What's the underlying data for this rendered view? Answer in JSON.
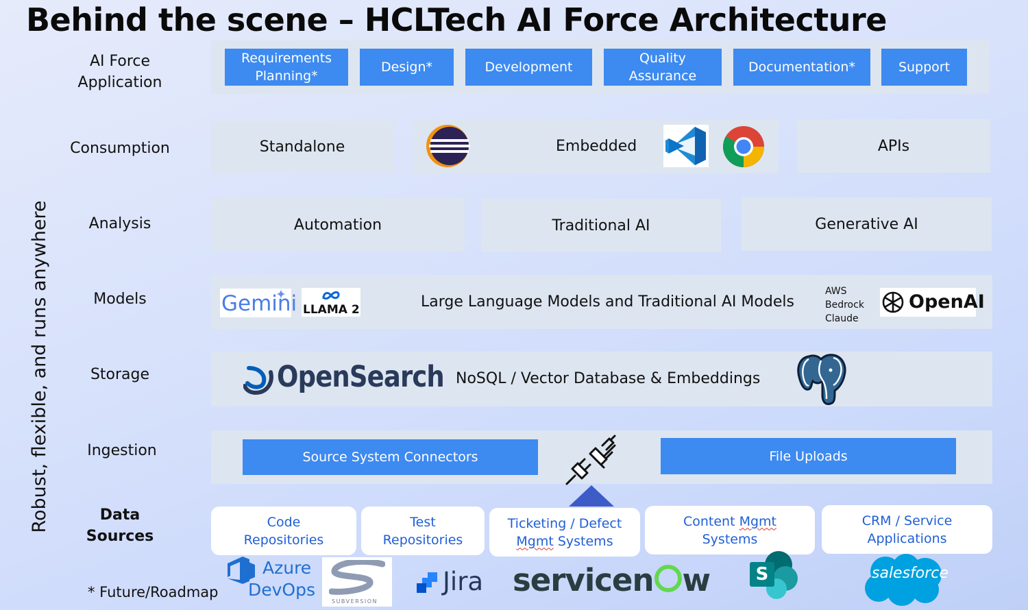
{
  "title": "Behind the scene – HCLTech AI Force Architecture",
  "side_label": "Robust, flexible, and runs anywhere",
  "footnote": "* Future/Roadmap",
  "rows": {
    "application": "AI Force\nApplication",
    "consumption": "Consumption",
    "analysis": "Analysis",
    "models": "Models",
    "storage": "Storage",
    "ingestion": "Ingestion",
    "data_sources": "Data\nSources"
  },
  "application_items": [
    "Requirements\nPlanning*",
    "Design*",
    "Development",
    "Quality\nAssurance",
    "Documentation*",
    "Support"
  ],
  "consumption_items": {
    "standalone": "Standalone",
    "embedded": "Embedded",
    "apis": "APIs"
  },
  "analysis_items": [
    "Automation",
    "Traditional AI",
    "Generative AI"
  ],
  "models": {
    "description": "Large Language Models and Traditional AI Models",
    "gemini": "Gemini",
    "llama": "LLAMA 2",
    "aws_line1": "AWS",
    "aws_line2": "Bedrock",
    "aws_line3": "Claude",
    "openai": "OpenAI"
  },
  "storage": {
    "description": "NoSQL / Vector Database & Embeddings",
    "opensearch_open": "Open",
    "opensearch_search": "Search"
  },
  "ingestion": {
    "connectors": "Source System Connectors",
    "uploads": "File Uploads"
  },
  "data_sources": {
    "code_repos_l1": "Code",
    "code_repos_l2": "Repositories",
    "test_repos_l1": "Test",
    "test_repos_l2": "Repositories",
    "ticketing_l1": "Ticketing / Defect",
    "ticketing_mgmt": "Mgmt",
    "ticketing_l2": " Systems",
    "content_l1_a": "Content ",
    "content_mgmt": "Mgmt",
    "content_l2": "Systems",
    "crm_l1": "CRM / Service",
    "crm_l2": "Applications"
  },
  "tool_logos": {
    "azure_l1": "Azure",
    "azure_l2": "DevOps",
    "subversion": "SUBVERSION",
    "jira": "Jira",
    "servicenow_a": "servicen",
    "servicenow_b": "w",
    "sharepoint": "S",
    "salesforce": "salesforce"
  },
  "colors": {
    "accent_blue": "#3d8af0",
    "band": "#dde5f0",
    "source_text": "#1f5fd6"
  }
}
